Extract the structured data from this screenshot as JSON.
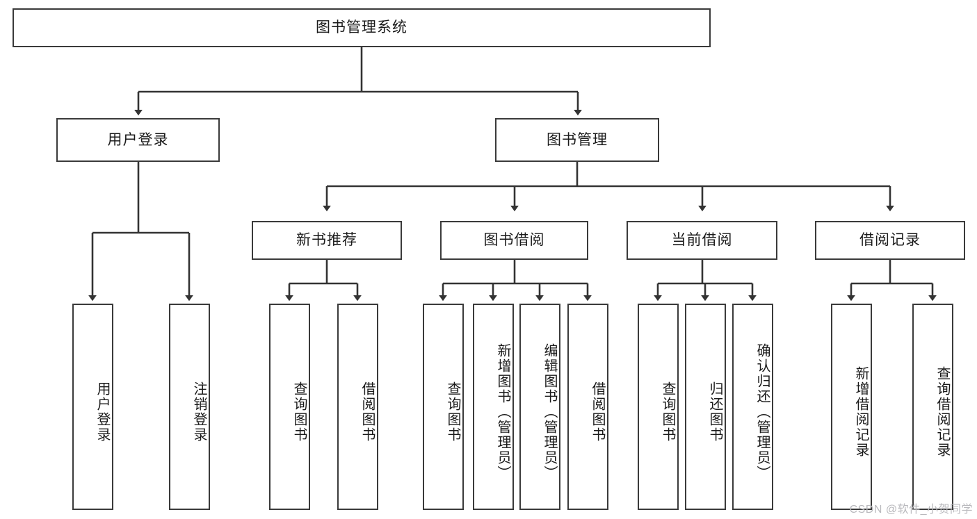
{
  "diagram": {
    "title": "图书管理系统",
    "type": "hierarchy-tree",
    "watermark": "CSDN @软件_小贺同学",
    "colors": {
      "box_border": "#3a3a3a",
      "box_fill": "#ffffff",
      "connector": "#333333",
      "watermark": "#b9b9bd"
    },
    "levels": {
      "root": {
        "label": "图书管理系统"
      },
      "level2": [
        {
          "label": "用户登录"
        },
        {
          "label": "图书管理"
        }
      ],
      "level3": [
        {
          "label": "新书推荐"
        },
        {
          "label": "图书借阅"
        },
        {
          "label": "当前借阅"
        },
        {
          "label": "借阅记录"
        }
      ],
      "leaves": [
        {
          "label": "用户登录"
        },
        {
          "label": "注销登录"
        },
        {
          "label": "查询图书"
        },
        {
          "label": "借阅图书"
        },
        {
          "label": "查询图书"
        },
        {
          "label": "新增图书（管理员）"
        },
        {
          "label": "编辑图书（管理员）"
        },
        {
          "label": "借阅图书"
        },
        {
          "label": "查询图书"
        },
        {
          "label": "归还图书"
        },
        {
          "label": "确认归还（管理员）"
        },
        {
          "label": "新增借阅记录"
        },
        {
          "label": "查询借阅记录"
        }
      ]
    },
    "edges": [
      {
        "from": "图书管理系统",
        "to": "用户登录"
      },
      {
        "from": "图书管理系统",
        "to": "图书管理"
      },
      {
        "from": "图书管理",
        "to": "新书推荐"
      },
      {
        "from": "图书管理",
        "to": "图书借阅"
      },
      {
        "from": "图书管理",
        "to": "当前借阅"
      },
      {
        "from": "图书管理",
        "to": "借阅记录"
      },
      {
        "from": "用户登录",
        "to": "用户登录"
      },
      {
        "from": "用户登录",
        "to": "注销登录"
      },
      {
        "from": "新书推荐",
        "to": "查询图书"
      },
      {
        "from": "新书推荐",
        "to": "借阅图书"
      },
      {
        "from": "图书借阅",
        "to": "查询图书"
      },
      {
        "from": "图书借阅",
        "to": "新增图书（管理员）"
      },
      {
        "from": "图书借阅",
        "to": "编辑图书（管理员）"
      },
      {
        "from": "图书借阅",
        "to": "借阅图书"
      },
      {
        "from": "当前借阅",
        "to": "查询图书"
      },
      {
        "from": "当前借阅",
        "to": "归还图书"
      },
      {
        "from": "当前借阅",
        "to": "确认归还（管理员）"
      },
      {
        "from": "借阅记录",
        "to": "新增借阅记录"
      },
      {
        "from": "借阅记录",
        "to": "查询借阅记录"
      }
    ]
  }
}
